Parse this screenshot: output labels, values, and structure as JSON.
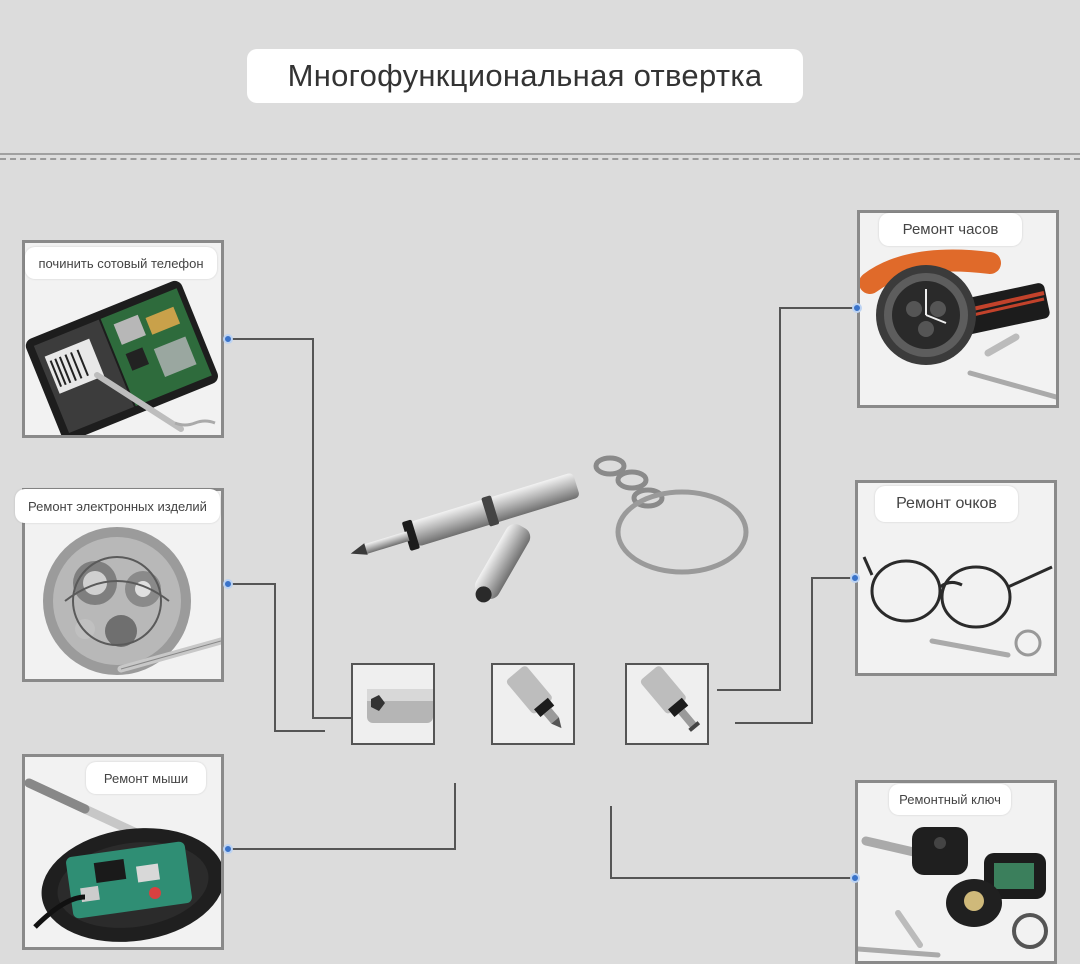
{
  "title": "Многофункциональная отвертка",
  "labels": {
    "phone": "починить сотовый телефон",
    "electronics": "Ремонт электронных изделий",
    "mouse": "Ремонт мыши",
    "watch": "Ремонт часов",
    "glasses": "Ремонт очков",
    "key": "Ремонтный ключ"
  },
  "colors": {
    "background": "#dcdcdc",
    "connector": "#555555",
    "dot": "#3a73c9"
  },
  "icons": [
    "phone-board-image",
    "watch-movement-image",
    "mouse-board-image",
    "wristwatch-image",
    "eyeglasses-image",
    "car-key-image",
    "keychain-screwdriver-image",
    "hex-socket-tip-icon",
    "phillips-tip-icon",
    "flat-tip-icon"
  ]
}
